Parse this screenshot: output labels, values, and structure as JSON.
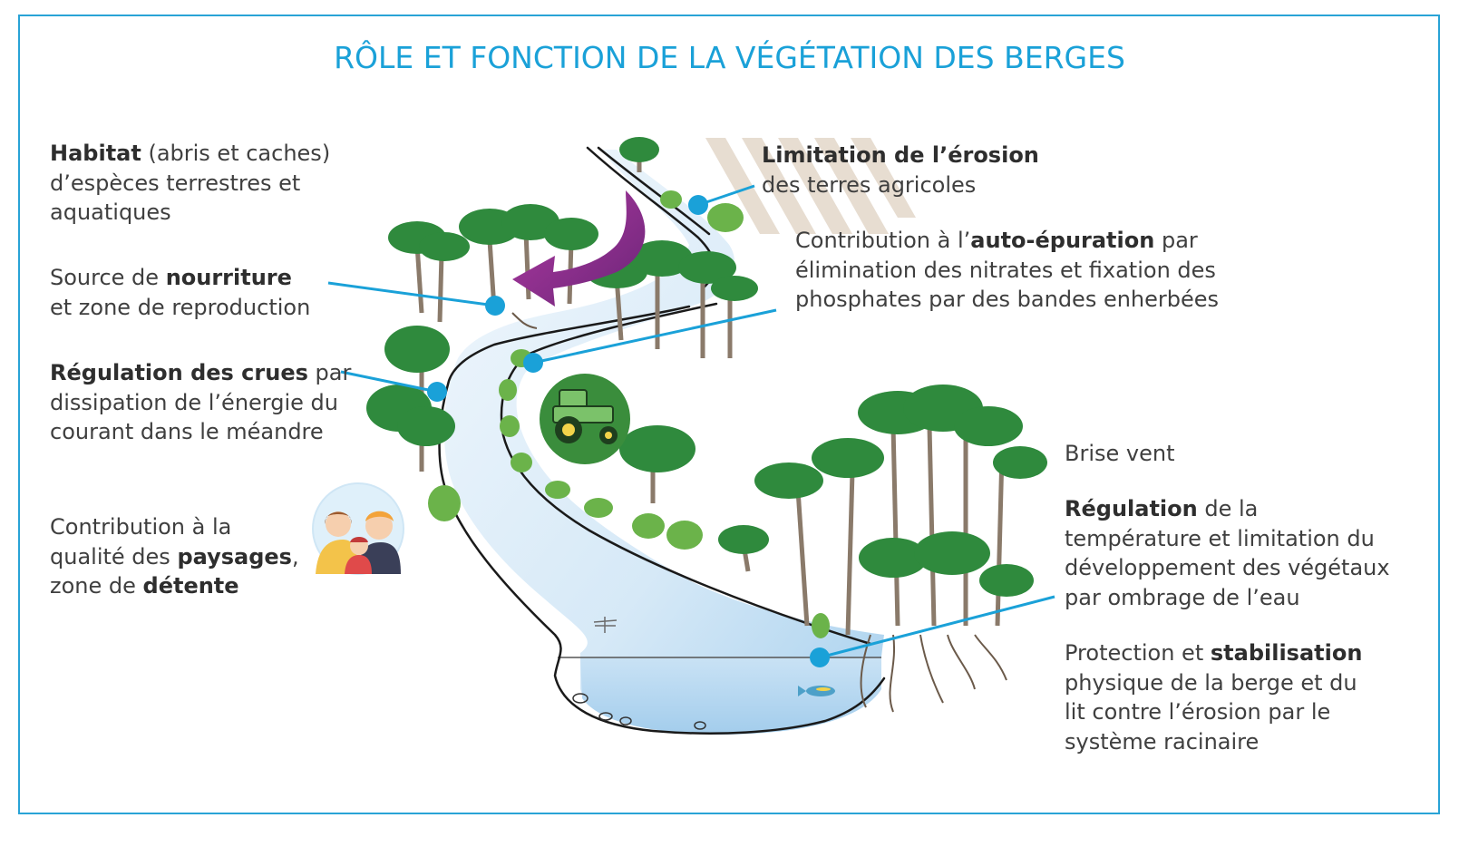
{
  "title": "RÔLE ET FONCTION DE LA VÉGÉTATION DES BERGES",
  "colors": {
    "accent": "#1aa1d8",
    "water_light": "#e8f3fb",
    "water_dark": "#a9d1ee",
    "tree_green": "#2f8a3d",
    "arrow_purple": "#8b2a8c",
    "tractor_bg": "#3a8d3c",
    "family_bg": "#2f9fd8"
  },
  "labels": {
    "habitat": {
      "l1_bold": "Habitat",
      "l1_rest": " (abris et caches)",
      "l2": "d’espèces terrestres et",
      "l3": "aquatiques"
    },
    "source": {
      "l1_pre": "Source de ",
      "l1_bold": "nourriture",
      "l2": "et zone de reproduction"
    },
    "regulation_crues": {
      "l1_bold": "Régulation des crues",
      "l1_rest": " par",
      "l2": "dissipation de l’énergie du",
      "l3": "courant dans le méandre"
    },
    "paysages": {
      "l1": "Contribution à la",
      "l2_pre": "qualité des ",
      "l2_bold": "paysages",
      "l2_rest": ",",
      "l3_pre": "zone de ",
      "l3_bold": "détente"
    },
    "erosion": {
      "l1_bold": "Limitation de l’érosion",
      "l2": "des terres agricoles"
    },
    "epuration": {
      "l1_pre": "Contribution à l’",
      "l1_bold": "auto-épuration",
      "l1_rest": " par",
      "l2": "élimination des nitrates et fixation des",
      "l3": "phosphates par des bandes enherbées"
    },
    "brise_vent": {
      "l1": "Brise vent"
    },
    "regulation_temp": {
      "l1_bold": "Régulation",
      "l1_rest": " de la",
      "l2": "température et limitation du",
      "l3": "développement des végétaux",
      "l4": "par ombrage de l’eau"
    },
    "protection": {
      "l1_pre": "Protection et ",
      "l1_bold": "stabilisation",
      "l2": "physique de la berge et du",
      "l3": "lit contre l’érosion par le",
      "l4": "système racinaire"
    }
  },
  "icons": {
    "tractor": "tractor-icon",
    "family": "family-icon",
    "flow_arrow": "curved-arrow-icon",
    "fish": "fish-icon",
    "dragonfly": "dragonfly-icon"
  }
}
